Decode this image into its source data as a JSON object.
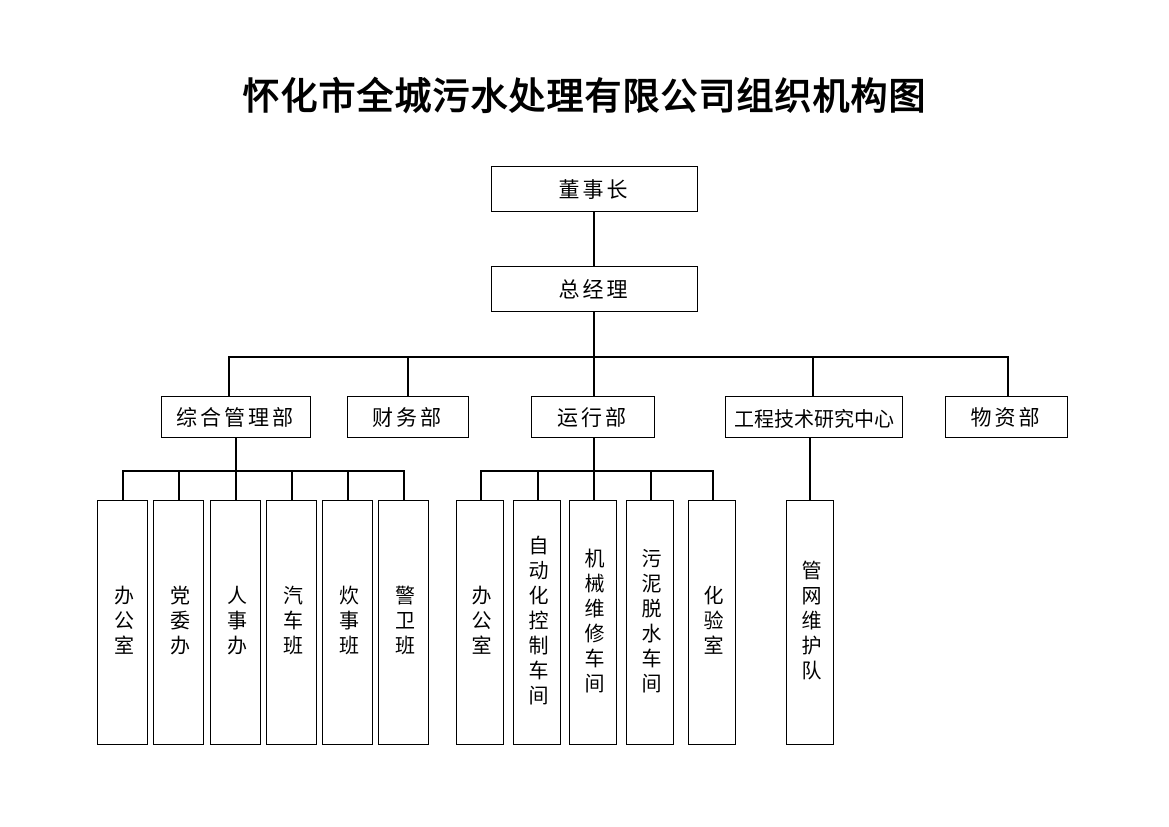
{
  "title": "怀化市全城污水处理有限公司组织机构图",
  "diagram_type": "org-chart",
  "colors": {
    "background": "#ffffff",
    "line": "#000000",
    "text": "#000000",
    "box_border": "#000000"
  },
  "levels": {
    "level1": {
      "label": "董事长"
    },
    "level2": {
      "label": "总经理"
    },
    "departments": [
      {
        "label": "综合管理部"
      },
      {
        "label": "财务部"
      },
      {
        "label": "运行部"
      },
      {
        "label": "工程技术研究中心"
      },
      {
        "label": "物资部"
      }
    ],
    "admin_units": [
      {
        "label": "办公室"
      },
      {
        "label": "党委办"
      },
      {
        "label": "人事办"
      },
      {
        "label": "汽车班"
      },
      {
        "label": "炊事班"
      },
      {
        "label": "警卫班"
      }
    ],
    "operation_units": [
      {
        "label": "办公室"
      },
      {
        "label": "自动化控制车间"
      },
      {
        "label": "机械维修车间"
      },
      {
        "label": "污泥脱水车间"
      },
      {
        "label": "化验室"
      }
    ],
    "engineering_units": [
      {
        "label": "管网维护队"
      }
    ]
  }
}
